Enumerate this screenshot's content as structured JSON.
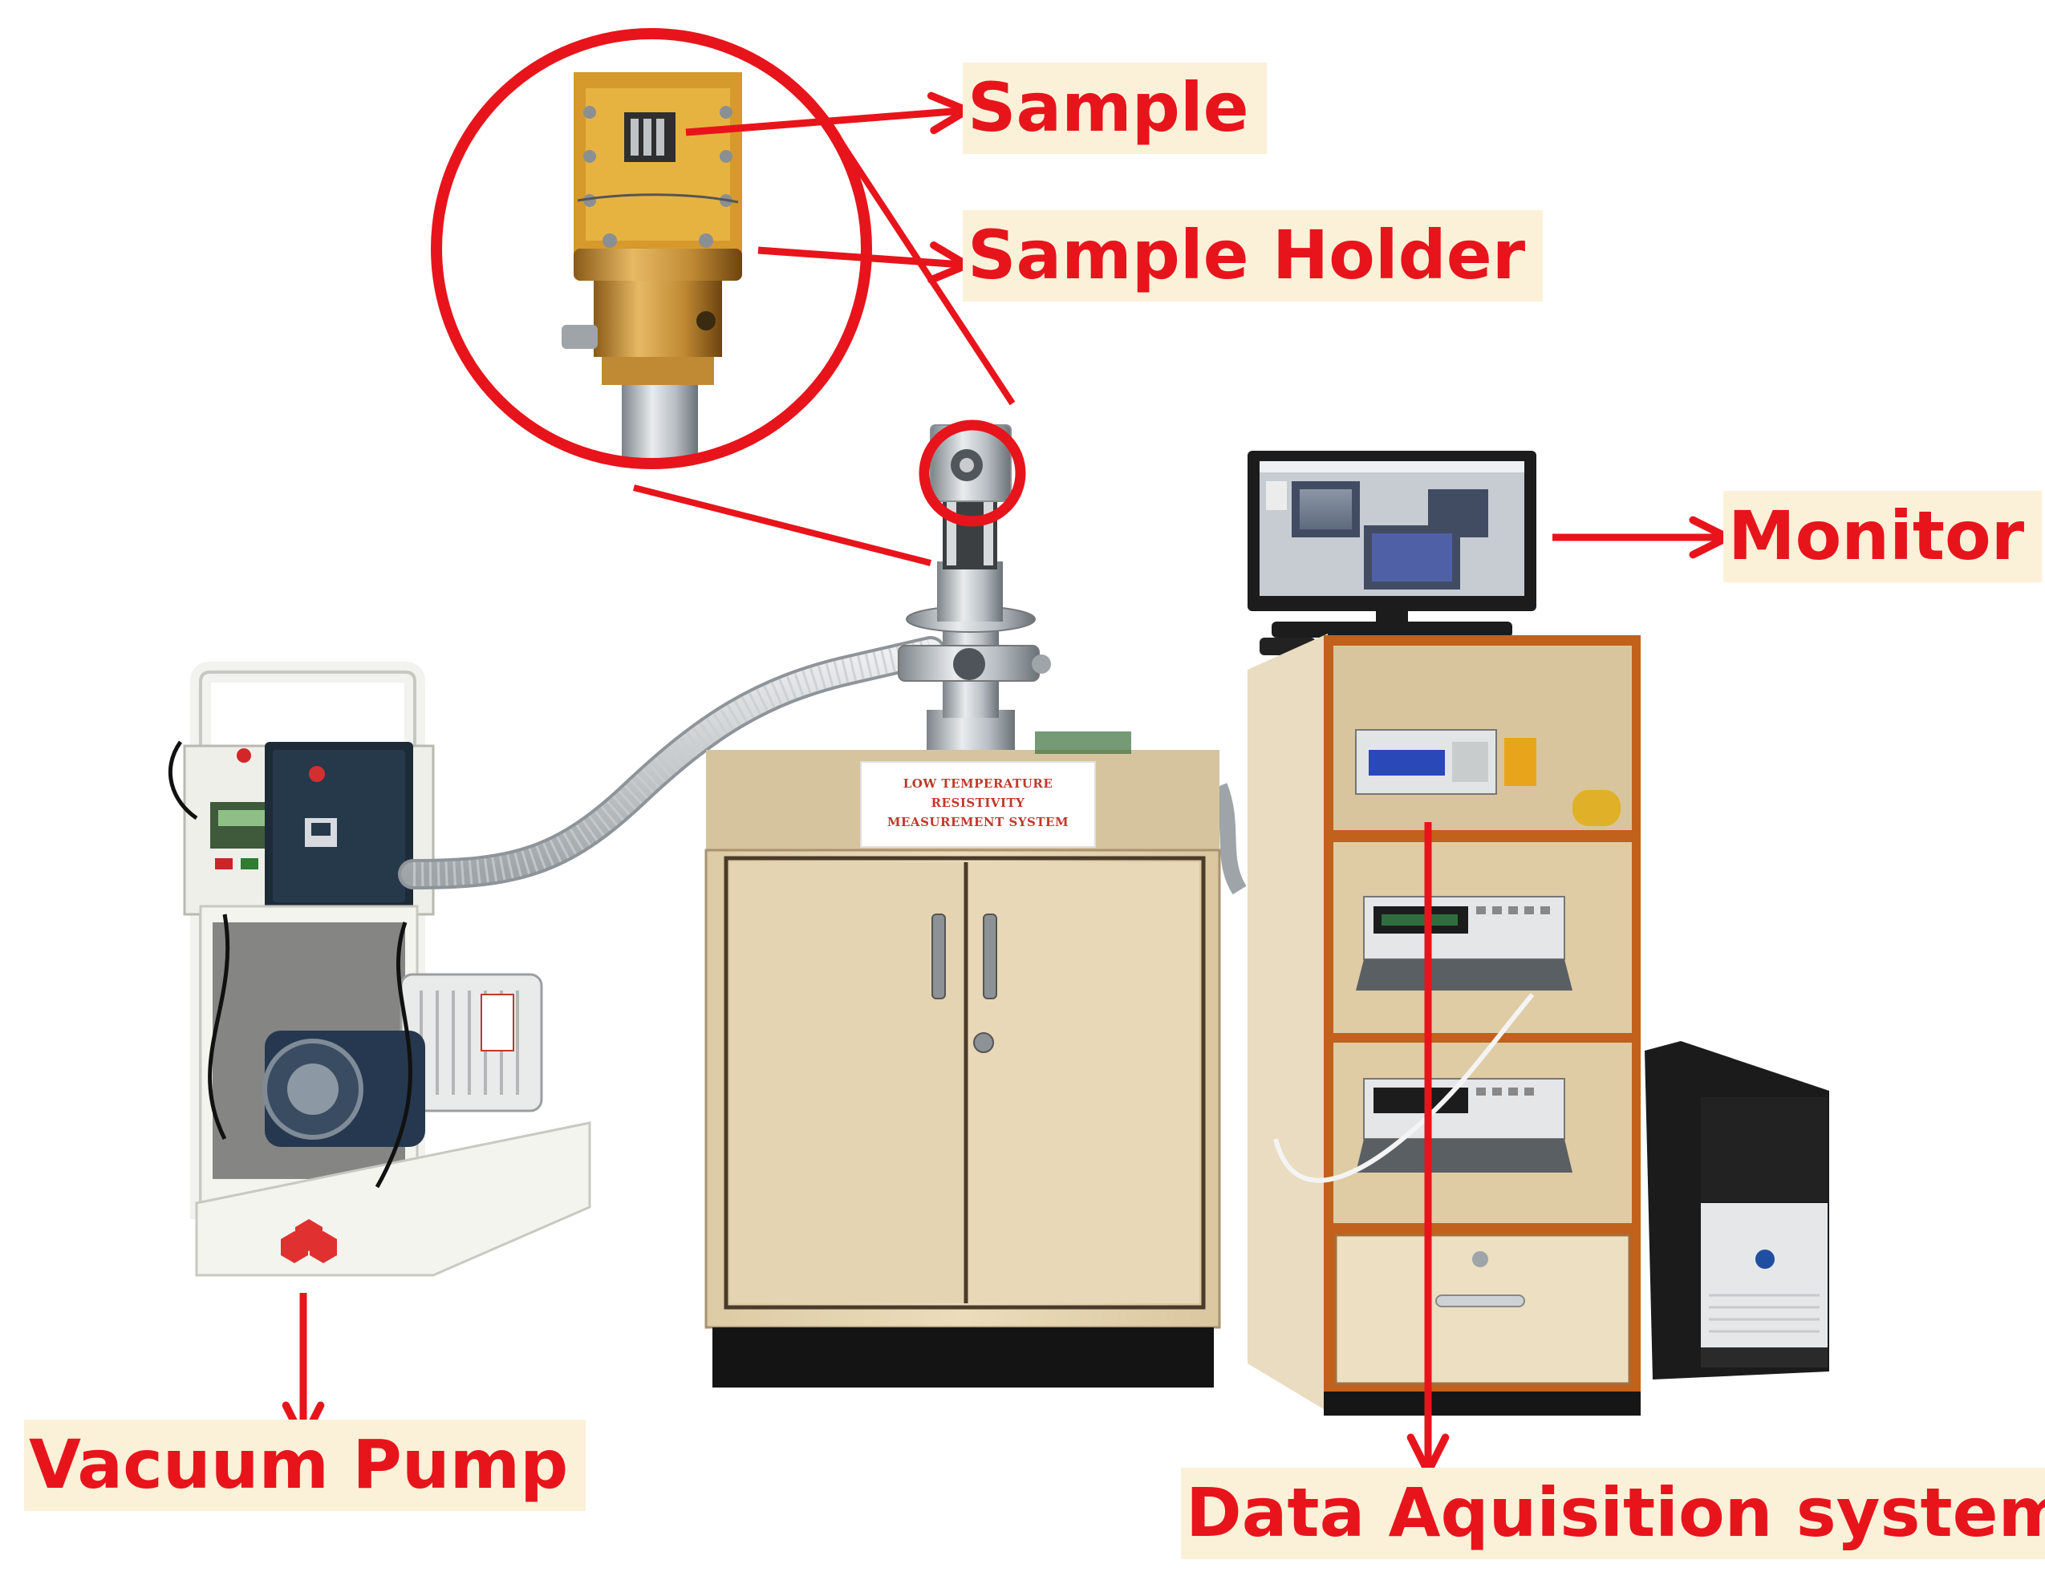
{
  "labels": {
    "sample": "Sample",
    "sample_holder": "Sample Holder",
    "monitor": "Monitor",
    "vacuum_pump": "Vacuum Pump",
    "data_acquisition": "Data Aquisition system"
  },
  "cabinet_sign": {
    "line1": "LOW TEMPERATURE",
    "line2": "RESISTIVITY",
    "line3": "MEASUREMENT SYSTEM"
  },
  "colors": {
    "annotation_red": "#e8141b",
    "label_background": "#fbf1d9",
    "cabinet_wood": "#e6d6b4",
    "frame_orange": "#c2611c"
  },
  "icons": [
    "zoom-circle",
    "arrow",
    "vacuum-pump",
    "cryostat",
    "cabinet",
    "monitor",
    "instrument-rack",
    "pc-tower"
  ]
}
